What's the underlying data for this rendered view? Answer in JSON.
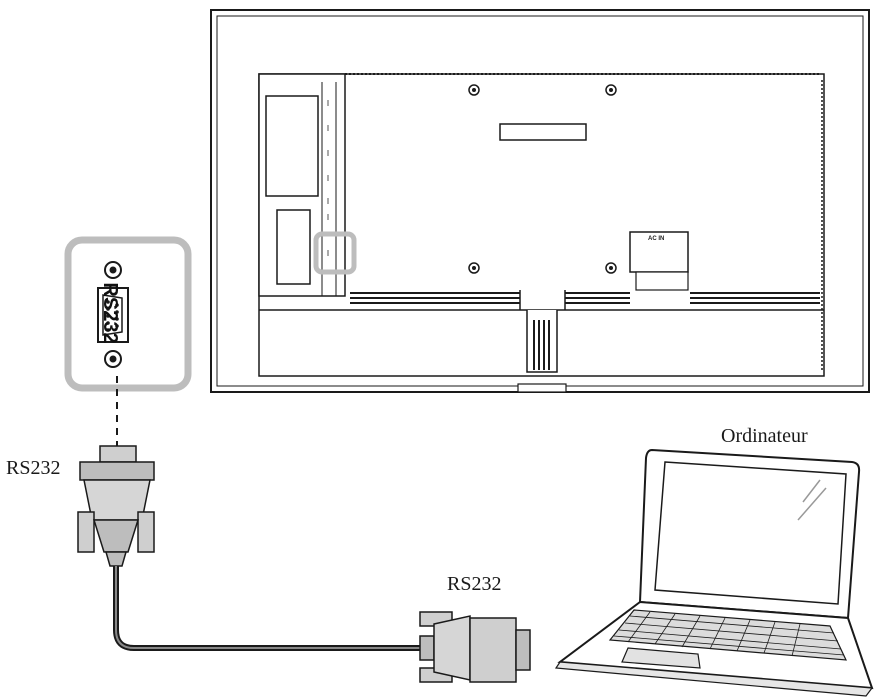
{
  "labels": {
    "computer": "Ordinateur",
    "cable_end_monitor": "RS232",
    "cable_end_computer": "RS232",
    "port_label": "RS232",
    "ac_inlet": "AC IN"
  },
  "colors": {
    "highlight": "#bdbdbd",
    "line": "#1a1a1a",
    "fill_light": "#dcdcdc",
    "fill_mid": "#b8b8b8"
  },
  "icons": {
    "monitor": "monitor-rear-icon",
    "laptop": "laptop-icon",
    "cable": "db9-cable-icon",
    "port": "db9-port-icon"
  }
}
